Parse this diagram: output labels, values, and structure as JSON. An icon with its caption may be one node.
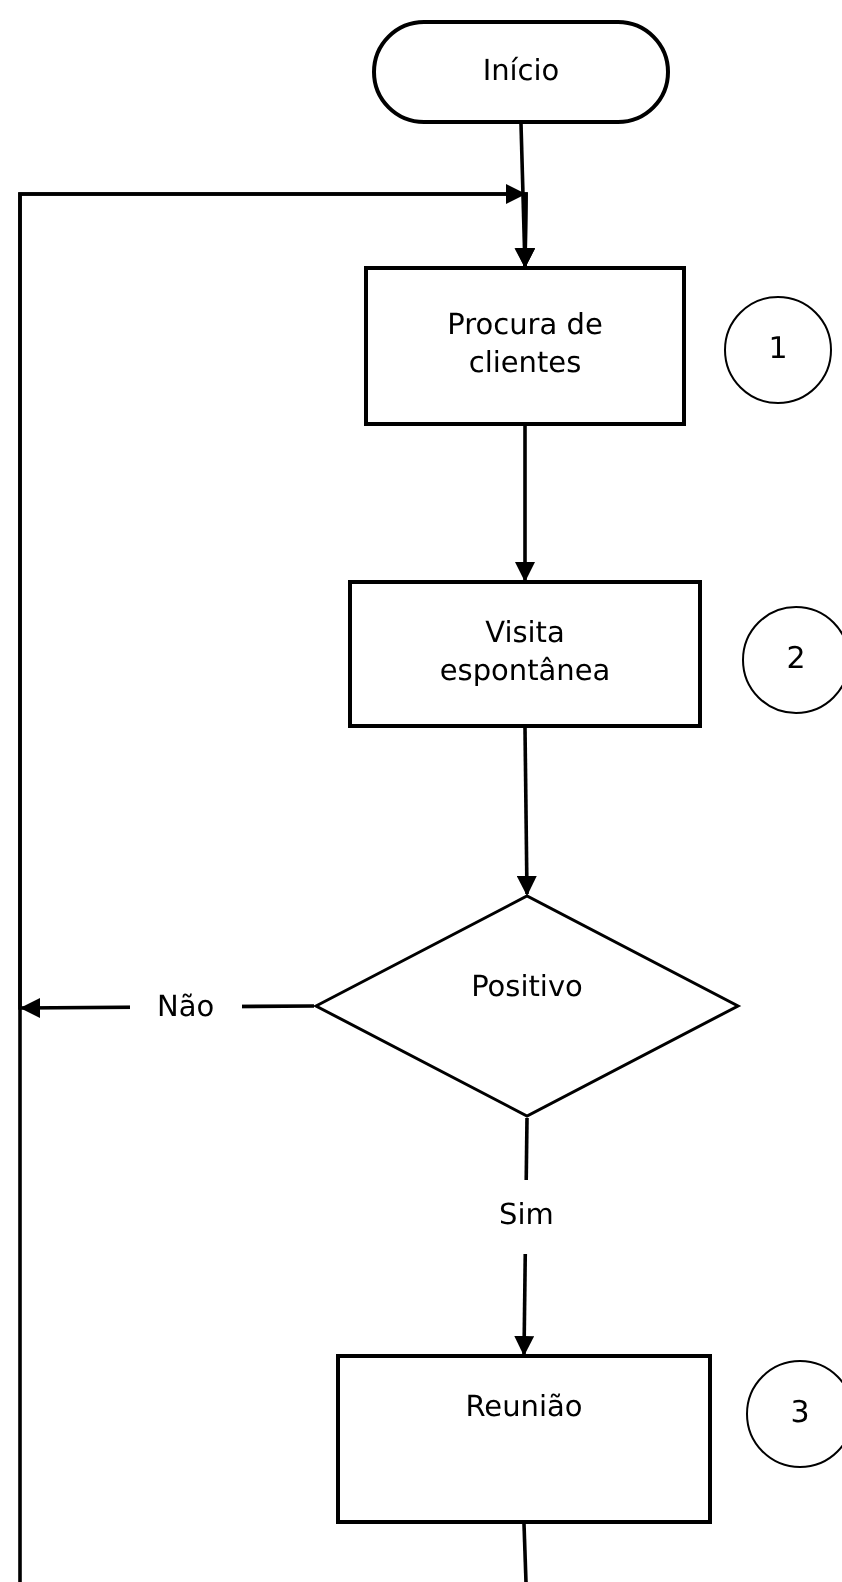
{
  "diagram": {
    "nodes": [
      {
        "text": [
          "Início"
        ]
      },
      {
        "text": [
          "Procura de clientes"
        ]
      },
      {
        "text": [
          "1"
        ]
      },
      {
        "text": [
          "Visita espontânea"
        ]
      },
      {
        "text": [
          "2"
        ]
      },
      {
        "text": [
          "Positivo"
        ]
      },
      {
        "text": [
          "Reunião"
        ]
      },
      {
        "text": [
          "3"
        ]
      }
    ],
    "edges": [
      {
        "from": 0,
        "to": 1,
        "arrow": "to"
      },
      {
        "from": 1,
        "to": 3,
        "arrow": "to"
      },
      {
        "from": 3,
        "to": 5,
        "arrow": "to"
      },
      {
        "from": 5,
        "to": 6,
        "label": "Sim",
        "arrow": "to"
      },
      {
        "from": 5,
        "to": 1,
        "label": "Não",
        "arrow": "to"
      },
      {
        "from": null,
        "to": 1,
        "arrow": "to"
      },
      {
        "from": 6,
        "to": null,
        "arrow": "none"
      }
    ]
  }
}
